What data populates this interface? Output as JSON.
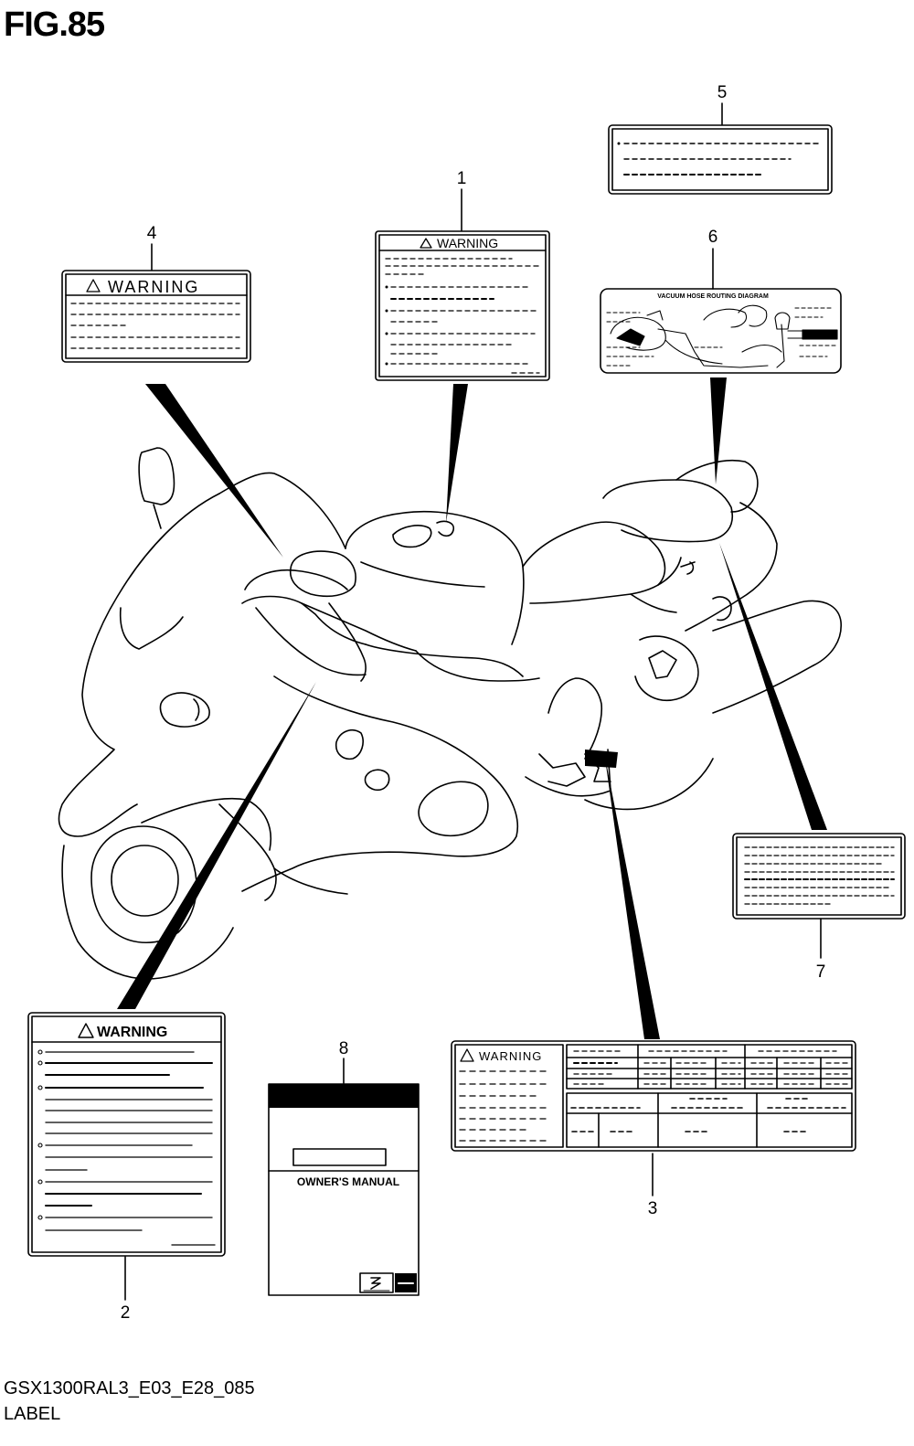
{
  "figure": {
    "title": "FIG.85",
    "code": "GSX1300RAL3_E03_E28_085",
    "name": "LABEL"
  },
  "callouts": [
    "1",
    "2",
    "3",
    "4",
    "5",
    "6",
    "7",
    "8"
  ],
  "labels": {
    "warning": "WARNING",
    "vacuum_diagram": "VACUUM HOSE ROUTING DIAGRAM",
    "owners_manual": "OWNER'S MANUAL"
  }
}
